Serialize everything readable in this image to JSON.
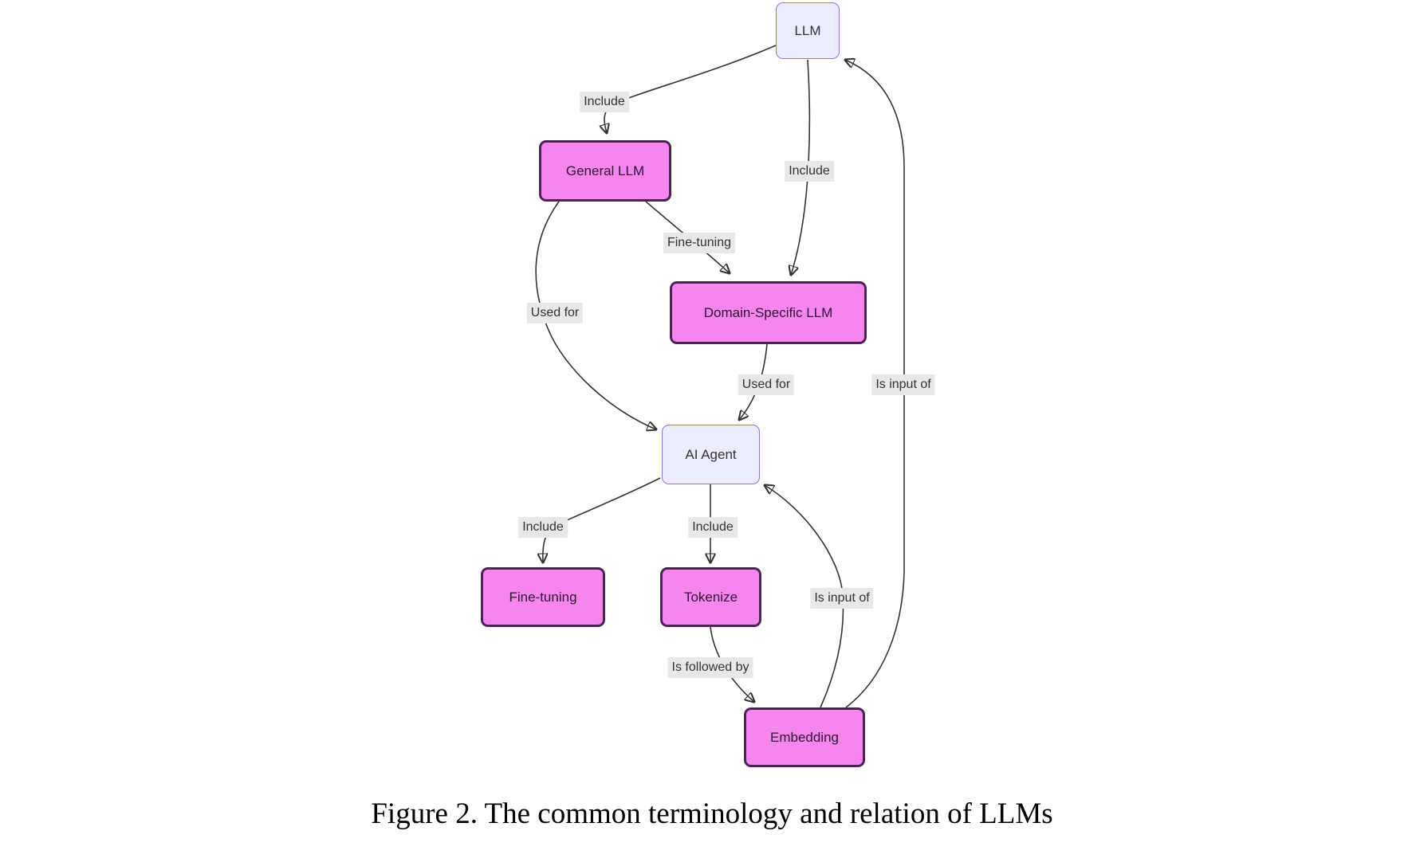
{
  "figure": {
    "caption": "Figure 2. The common terminology and relation of LLMs"
  },
  "diagram": {
    "type": "flowchart",
    "nodes": [
      {
        "id": "llm",
        "label": "LLM",
        "style": "secondary"
      },
      {
        "id": "general-llm",
        "label": "General LLM",
        "style": "primary"
      },
      {
        "id": "domain-specific-llm",
        "label": "Domain-Specific LLM",
        "style": "primary"
      },
      {
        "id": "ai-agent",
        "label": "AI Agent",
        "style": "secondary"
      },
      {
        "id": "fine-tuning",
        "label": "Fine-tuning",
        "style": "primary"
      },
      {
        "id": "tokenize",
        "label": "Tokenize",
        "style": "primary"
      },
      {
        "id": "embedding",
        "label": "Embedding",
        "style": "primary"
      }
    ],
    "edges": [
      {
        "from": "LLM",
        "to": "General LLM",
        "label": "Include"
      },
      {
        "from": "LLM",
        "to": "Domain-Specific LLM",
        "label": "Include"
      },
      {
        "from": "General LLM",
        "to": "Domain-Specific LLM",
        "label": "Fine-tuning"
      },
      {
        "from": "General LLM",
        "to": "AI Agent",
        "label": "Used for"
      },
      {
        "from": "Domain-Specific LLM",
        "to": "AI Agent",
        "label": "Used for"
      },
      {
        "from": "AI Agent",
        "to": "Fine-tuning",
        "label": "Include"
      },
      {
        "from": "AI Agent",
        "to": "Tokenize",
        "label": "Include"
      },
      {
        "from": "Tokenize",
        "to": "Embedding",
        "label": "Is followed by"
      },
      {
        "from": "Embedding",
        "to": "AI Agent",
        "label": "Is input of"
      },
      {
        "from": "Embedding",
        "to": "LLM",
        "label": "Is input of"
      }
    ],
    "colors": {
      "primary_node_fill": "#f486ee",
      "primary_node_border": "#4b2456",
      "primary_node_text": "#321237",
      "secondary_node_fill": "#ececff",
      "secondary_node_border": "#9370db",
      "edge_label_bg": "#e8e8e8",
      "edge_line": "#333333",
      "background": "#ffffff"
    }
  }
}
